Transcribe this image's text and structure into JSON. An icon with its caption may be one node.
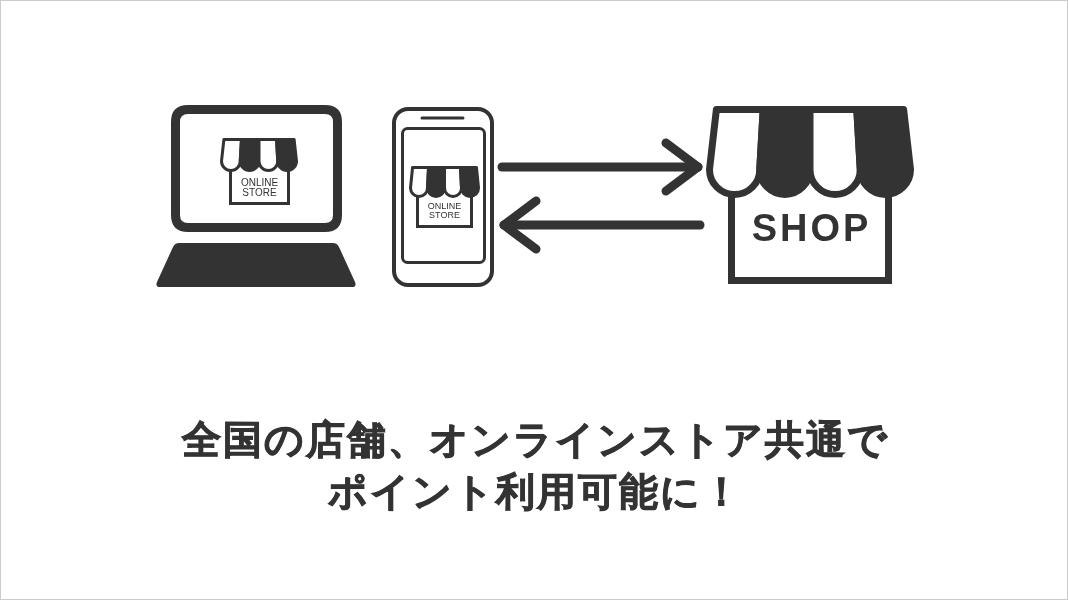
{
  "diagram": {
    "caption": "全国の店舗、オンラインストア共通でポイント利用可能に！",
    "nodes": [
      {
        "text": [],
        "shape": "picture"
      },
      {
        "text": [
          "ONLINE STORE"
        ],
        "in": 0
      },
      {
        "text": [],
        "shape": "picture"
      },
      {
        "text": [
          "ONLINE STORE"
        ],
        "in": 2
      },
      {
        "text": [
          "SHOP"
        ]
      }
    ],
    "edges": [
      {
        "from": 2,
        "to": 4,
        "arrow": "to"
      },
      {
        "from": 4,
        "to": 2,
        "arrow": "to"
      }
    ]
  }
}
